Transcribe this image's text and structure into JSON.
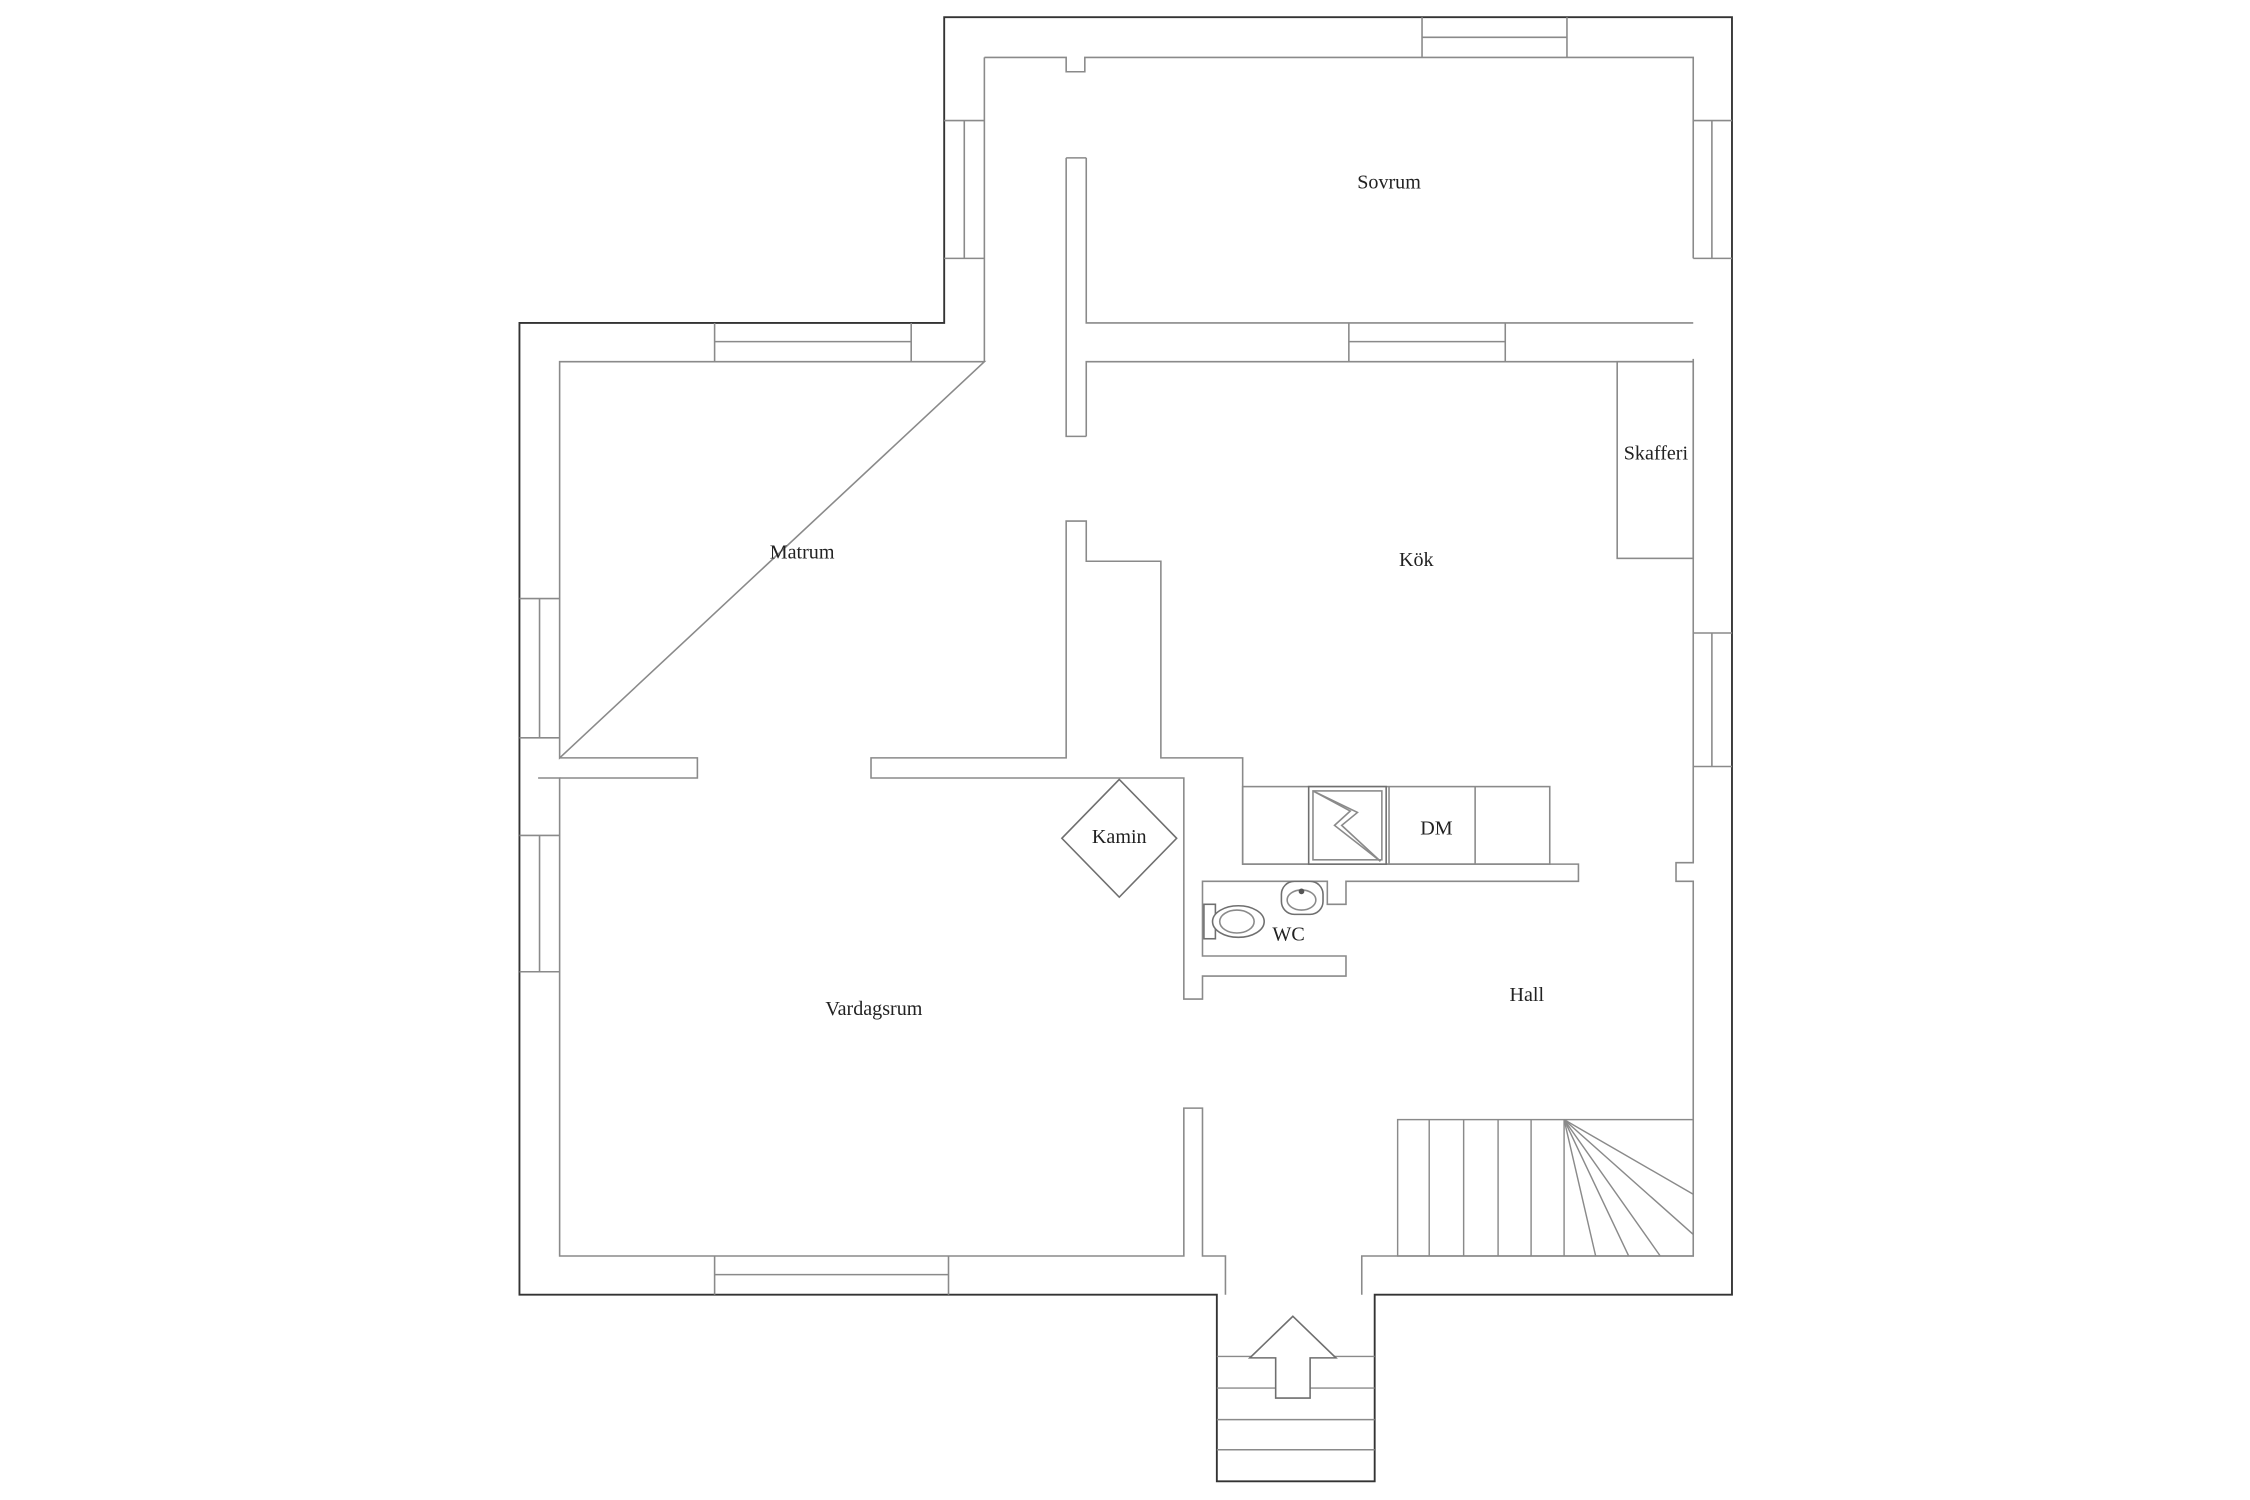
{
  "rooms": {
    "sovrum": "Sovrum",
    "skafferi": "Skafferi",
    "matrum": "Matrum",
    "kok": "Kök",
    "kamin": "Kamin",
    "dm": "DM",
    "wc": "WC",
    "hall": "Hall",
    "vardagsrum": "Vardagsrum"
  },
  "colors": {
    "outer_wall": "#333333",
    "inner_wall": "#8a8a8a",
    "label": "#222222",
    "background": "#ffffff"
  },
  "icons": [
    "entrance-arrow-icon",
    "stove-icon",
    "toilet-icon",
    "sink-icon",
    "fireplace-icon"
  ]
}
